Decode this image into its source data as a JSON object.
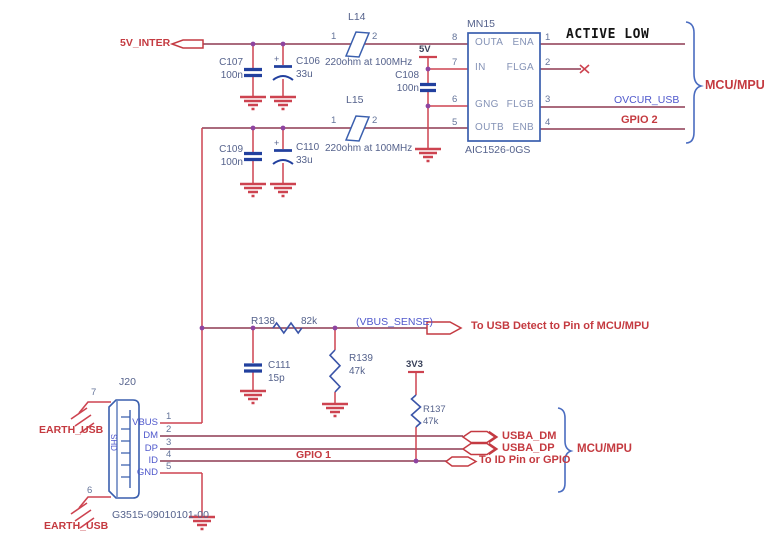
{
  "schematic": {
    "power_nets": {
      "v5_inter": "5V_INTER",
      "v5": "5V",
      "v3v3": "3V3"
    },
    "top": {
      "l14": {
        "ref": "L14",
        "value": "220ohm at 100MHz",
        "p1": "1",
        "p2": "2"
      },
      "l15": {
        "ref": "L15",
        "value": "220ohm at 100MHz",
        "p1": "1",
        "p2": "2"
      },
      "c107": {
        "ref": "C107",
        "value": "100n"
      },
      "c106": {
        "ref": "C106",
        "value": "33u",
        "polarity": "+"
      },
      "c108": {
        "ref": "C108",
        "value": "100n"
      },
      "c109": {
        "ref": "C109",
        "value": "100n"
      },
      "c110": {
        "ref": "C110",
        "value": "33u",
        "polarity": "+"
      },
      "ic": {
        "ref": "MN15",
        "part": "AIC1526-0GS",
        "pins_left": [
          {
            "n": "8",
            "name": "OUTA"
          },
          {
            "n": "7",
            "name": "IN"
          },
          {
            "n": "6",
            "name": "GNG"
          },
          {
            "n": "5",
            "name": "OUTB"
          }
        ],
        "pins_right": [
          {
            "n": "1",
            "name": "ENA"
          },
          {
            "n": "2",
            "name": "FLGA"
          },
          {
            "n": "3",
            "name": "FLGB"
          },
          {
            "n": "4",
            "name": "ENB"
          }
        ]
      },
      "active_low": "ACTIVE LOW",
      "ovcur": "OVCUR_USB",
      "gpio2": "GPIO 2",
      "mcu_label": "MCU/MPU"
    },
    "mid": {
      "r138": {
        "ref": "R138",
        "value": "82k"
      },
      "r139": {
        "ref": "R139",
        "value": "47k"
      },
      "c111": {
        "ref": "C111",
        "value": "15p"
      },
      "vbus_sense": "(VBUS_SENSE)",
      "to_usb_detect": "To USB Detect to Pin of MCU/MPU"
    },
    "bottom": {
      "j20": {
        "ref": "J20",
        "part": "G3515-09010101-00",
        "shield": "SHD",
        "pin7": "7",
        "pin6": "6",
        "earth_top": "EARTH_USB",
        "earth_bottom": "EARTH_USB",
        "pins": [
          {
            "n": "1",
            "name": "VBUS"
          },
          {
            "n": "2",
            "name": "DM"
          },
          {
            "n": "3",
            "name": "DP"
          },
          {
            "n": "4",
            "name": "ID"
          },
          {
            "n": "5",
            "name": "GND"
          }
        ]
      },
      "r137": {
        "ref": "R137",
        "value": "47k"
      },
      "gpio1": "GPIO 1",
      "usba_dm": "USBA_DM",
      "usba_dp": "USBA_DP",
      "to_id": "To ID Pin or GPIO",
      "mcu_label": "MCU/MPU"
    }
  }
}
